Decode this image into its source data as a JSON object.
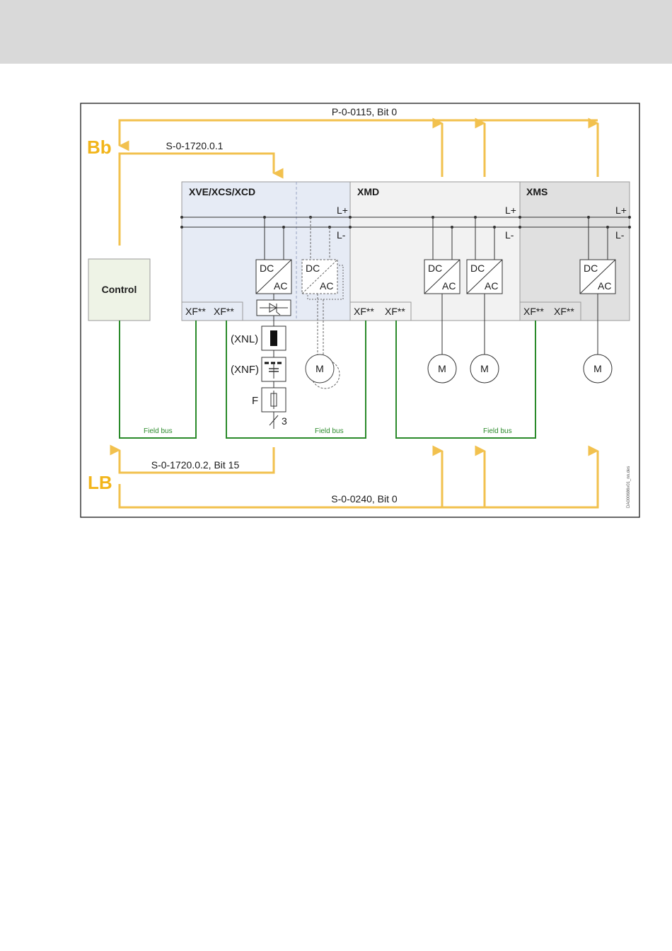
{
  "signals": {
    "p0115": "P-0-0115, Bit 0",
    "s1720_1": "S-0-1720.0.1",
    "s1720_2": "S-0-1720.0.2, Bit 15",
    "s0240": "S-0-0240, Bit 0"
  },
  "labels": {
    "bb": "Bb",
    "lb": "LB"
  },
  "control": {
    "label": "Control"
  },
  "modules": {
    "xve": {
      "title": "XVE/XCS/XCD"
    },
    "xmd": {
      "title": "XMD"
    },
    "xms": {
      "title": "XMS"
    }
  },
  "bus": {
    "lplus": "L+",
    "lminus": "L-"
  },
  "converter": {
    "dc": "DC",
    "ac": "AC"
  },
  "ports": {
    "xf": "XF**"
  },
  "motor": {
    "label": "M"
  },
  "components": {
    "xnl": "(XNL)",
    "xnf": "(XNF)",
    "fuse": "F",
    "phases": "3"
  },
  "fieldbus": {
    "label": "Field bus"
  },
  "drawing_id": "DA000686v01_nn.des",
  "colors": {
    "signal": "#f2c14e",
    "signal_text": "#f2b51a",
    "fieldbus": "#2a8a2a",
    "xve_fill": "#e6ebf5",
    "xmd_fill": "#f2f2f2",
    "xms_fill": "#e0e0e0",
    "control_fill": "#eef3e6",
    "top_band": "#d9d9d9"
  }
}
